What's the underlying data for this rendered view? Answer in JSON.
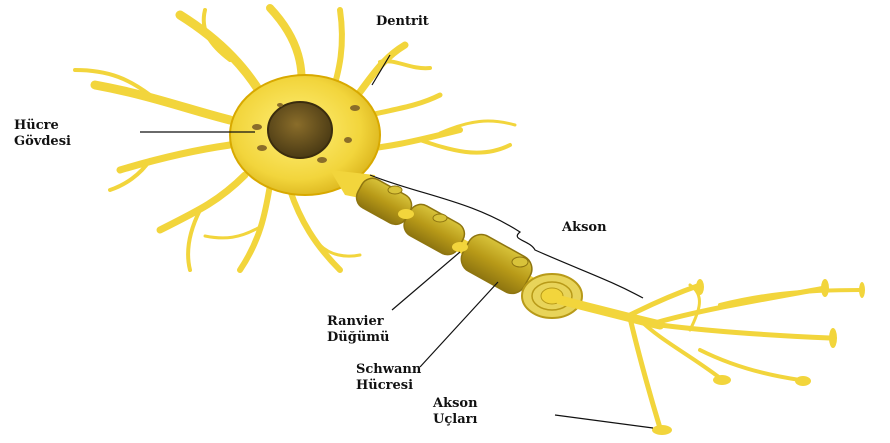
{
  "labels": {
    "dendrite": "Dentrit",
    "cell_body": [
      "Hücre",
      "Gövdesi"
    ],
    "axon": "Akson",
    "node_of_ranvier": [
      "Ranvier",
      "Düğümü"
    ],
    "schwann_cell": [
      "Schwann",
      "Hücresi"
    ],
    "axon_terminals": [
      "Akson",
      "Uçları"
    ]
  },
  "colors": {
    "neuron_yellow": "#f2d53c",
    "neuron_dark": "#d8a900",
    "nucleus": "#6b5420",
    "myelin": "#b89a18",
    "leader_line": "#111111"
  }
}
